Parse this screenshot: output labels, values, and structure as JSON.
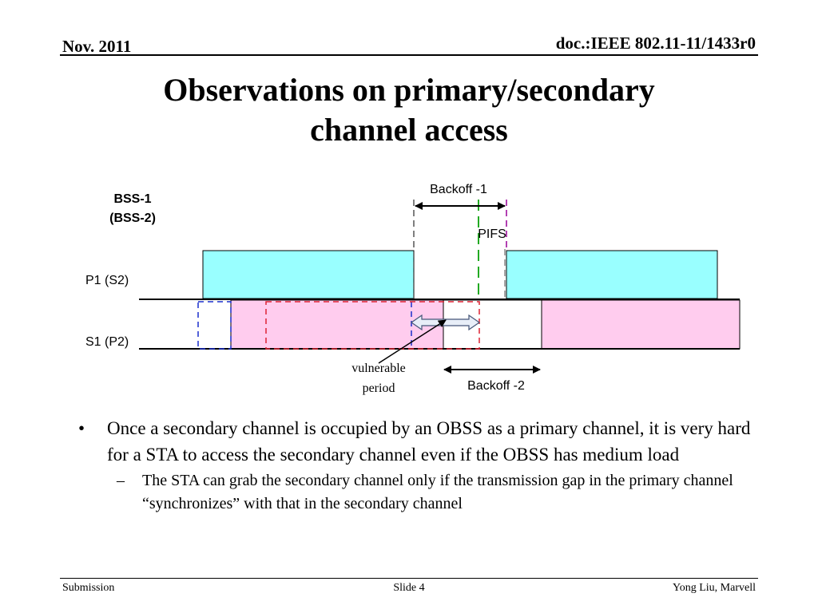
{
  "header": {
    "date": "Nov. 2011",
    "doc_id": "doc.:IEEE 802.11-11/1433r0"
  },
  "title": {
    "line1": "Observations on primary/secondary",
    "line2": "channel access"
  },
  "diagram": {
    "bss_label": "BSS-1",
    "bss_label_alt": "(BSS-2)",
    "row_p1": "P1 (S2)",
    "row_s1": "S1 (P2)",
    "backoff1": "Backoff -1",
    "pifs": "PIFS",
    "backoff2": "Backoff -2",
    "vulnerable_line1": "vulnerable",
    "vulnerable_line2": "period",
    "colors": {
      "primary_fill": "#99ffff",
      "secondary_fill": "#ffccee",
      "blue_dash": "#1a2fcc",
      "red_dash": "#dd2233",
      "green_dash": "#22aa22",
      "purple_dash": "#990099"
    }
  },
  "bullets": {
    "main": "Once a secondary channel is occupied by an OBSS as a primary channel, it is very hard for a STA to access the secondary channel even if the OBSS has medium load",
    "sub": "The STA can grab the secondary channel only if the transmission gap in the primary channel “synchronizes” with that in the secondary channel"
  },
  "footer": {
    "left": "Submission",
    "center": "Slide 4",
    "right": "Yong Liu, Marvell"
  }
}
